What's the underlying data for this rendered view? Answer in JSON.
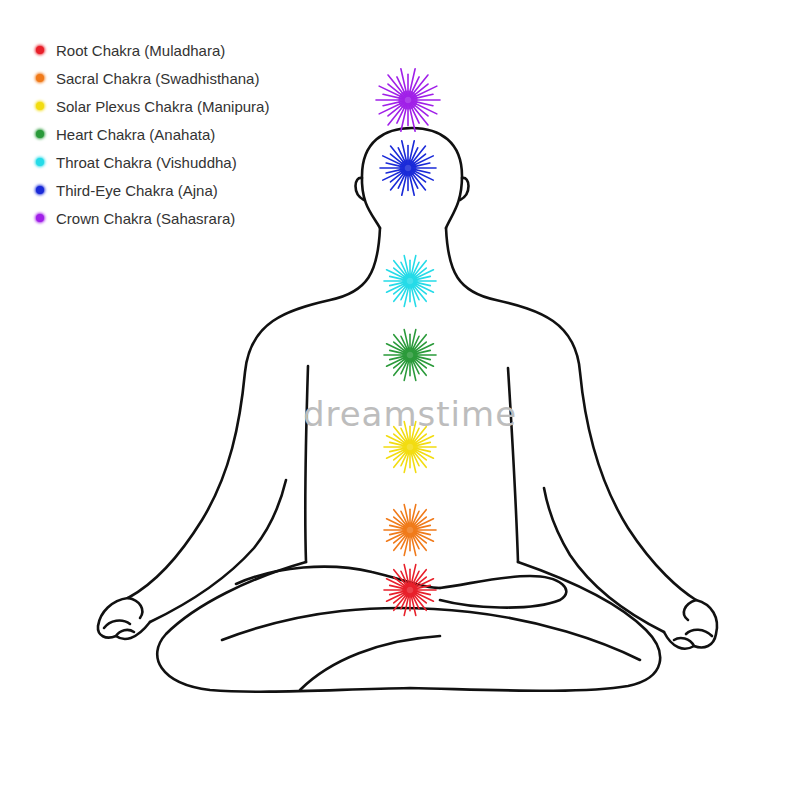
{
  "diagram": {
    "labels": [
      "dreamstime"
    ],
    "legend": [
      {
        "text": "Root Chakra (Muladhara)",
        "color": "#e8202a"
      },
      {
        "text": "Sacral Chakra (Swadhisthana)",
        "color": "#f07a1a"
      },
      {
        "text": "Solar Plexus Chakra (Manipura)",
        "color": "#f2dc10"
      },
      {
        "text": "Heart Chakra (Anahata)",
        "color": "#2a9a3a"
      },
      {
        "text": "Throat Chakra (Vishuddha)",
        "color": "#25dbe8"
      },
      {
        "text": "Third-Eye Chakra (Ajna)",
        "color": "#1a2ad8"
      },
      {
        "text": "Crown Chakra (Sahasrara)",
        "color": "#a020e8"
      }
    ]
  }
}
